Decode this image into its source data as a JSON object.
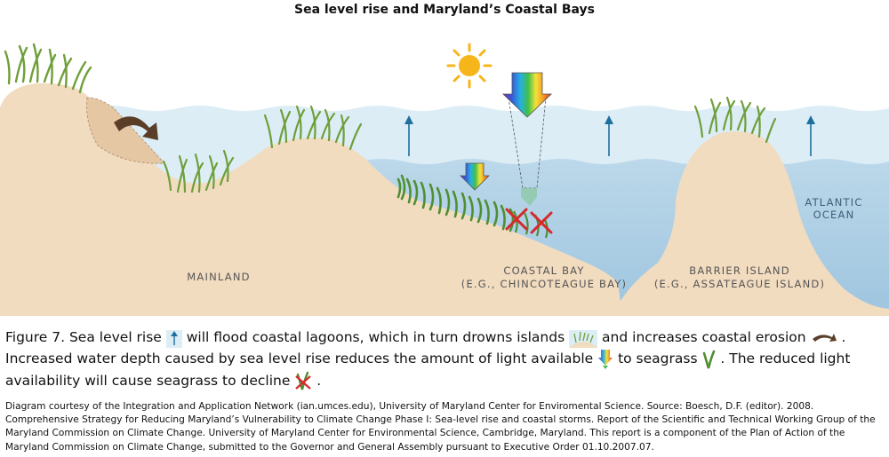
{
  "title": "Sea level rise and Maryland’s Coastal Bays",
  "labels": {
    "mainland": "MAINLAND",
    "coastal_bay": "COASTAL BAY",
    "coastal_bay_example": "(E.G., CHINCOTEAGUE BAY)",
    "barrier_island": "BARRIER ISLAND",
    "barrier_island_example": "(E.G., ASSATEAGUE ISLAND)",
    "ocean_line1": "ATLANTIC",
    "ocean_line2": "OCEAN"
  },
  "caption": {
    "part1": "Figure 7. Sea level rise",
    "part2": "will flood coastal lagoons, which in turn drowns islands",
    "part3": "and increases coastal erosion",
    "part4": ". Increased water depth caused by sea level rise reduces the amount of light available",
    "part5": "to seagrass",
    "part6": ". The reduced light availability will cause seagrass to decline",
    "part7": "."
  },
  "credit": "Diagram courtesy of the Integration and Application Network (ian.umces.edu), University of Maryland Center for Enviromental Science. Source: Boesch, D.F. (editor). 2008. Comprehensive Strategy for Reducing Maryland’s Vulnerability to Climate Change Phase I: Sea-level rise and coastal storms. Report of the Scientific and Technical Working Group of the Maryland Commission on Climate Change. University of Maryland Center for Environmental Science, Cambridge, Maryland. This report is a component of the Plan of Action of the Maryland Commission on Climate Change, submitted to the Governor and General Assembly pursuant to Executive Order 01.10.2007.07.",
  "colors": {
    "sand": "#f2dcc0",
    "sky_water": "#dcedf6",
    "bay_water": "#a9cde4",
    "ocean": "#a3c9e2",
    "seagrass": "#5c9a3a",
    "arrow": "#1f6f9e",
    "erosion_arrow": "#5a3e28",
    "sun": "#f7b51c",
    "cross": "#d8282a"
  },
  "icons": [
    "sea-level-rise-arrow-icon",
    "light-spectrum-arrow-icon",
    "sun-icon",
    "erosion-arrow-icon",
    "island-icon",
    "seagrass-icon",
    "seagrass-decline-icon"
  ]
}
